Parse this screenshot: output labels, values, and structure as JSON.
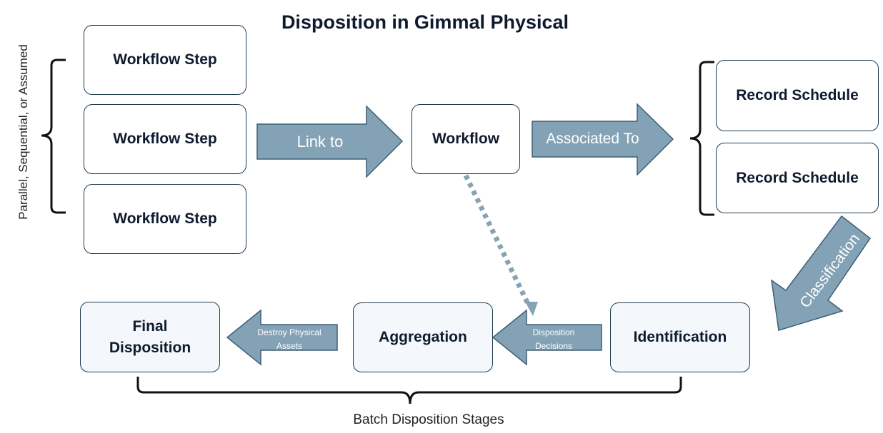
{
  "title": "Disposition in Gimmal Physical",
  "left_bracket_label": "Parallel, Sequential, or Assumed",
  "bottom_bracket_label": "Batch Disposition Stages",
  "workflow_steps": [
    "Workflow Step",
    "Workflow Step",
    "Workflow Step"
  ],
  "workflow": "Workflow",
  "record_schedules": [
    "Record Schedule",
    "Record Schedule"
  ],
  "stages": {
    "final_disposition": "Final Disposition",
    "aggregation": "Aggregation",
    "identification": "Identification"
  },
  "arrows": {
    "link_to": "Link to",
    "associated_to": "Associated To",
    "classification": "Classification",
    "disposition_decisions": "Disposition Decisions",
    "destroy_physical_assets": "Destroy Physical Assets"
  },
  "colors": {
    "arrow_fill": "#84a2b5",
    "arrow_stroke": "#3d5f76",
    "dotted_arrow": "#86a3b4",
    "box_border": "#1f3a4f"
  }
}
